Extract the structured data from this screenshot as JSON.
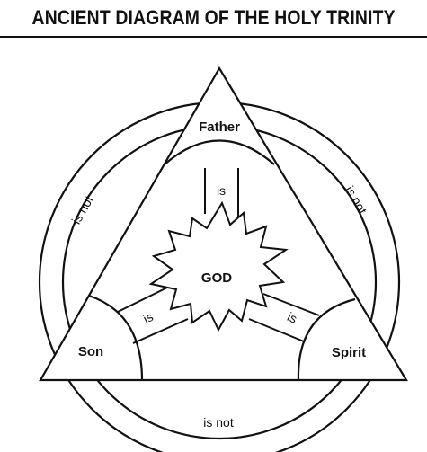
{
  "header": {
    "title": "ANCIENT DIAGRAM OF THE HOLY TRINITY"
  },
  "diagram": {
    "center": "GOD",
    "nodes": {
      "top": "Father",
      "left": "Son",
      "right": "Spirit"
    },
    "relations": {
      "is": "is",
      "is_not": "is not"
    }
  }
}
